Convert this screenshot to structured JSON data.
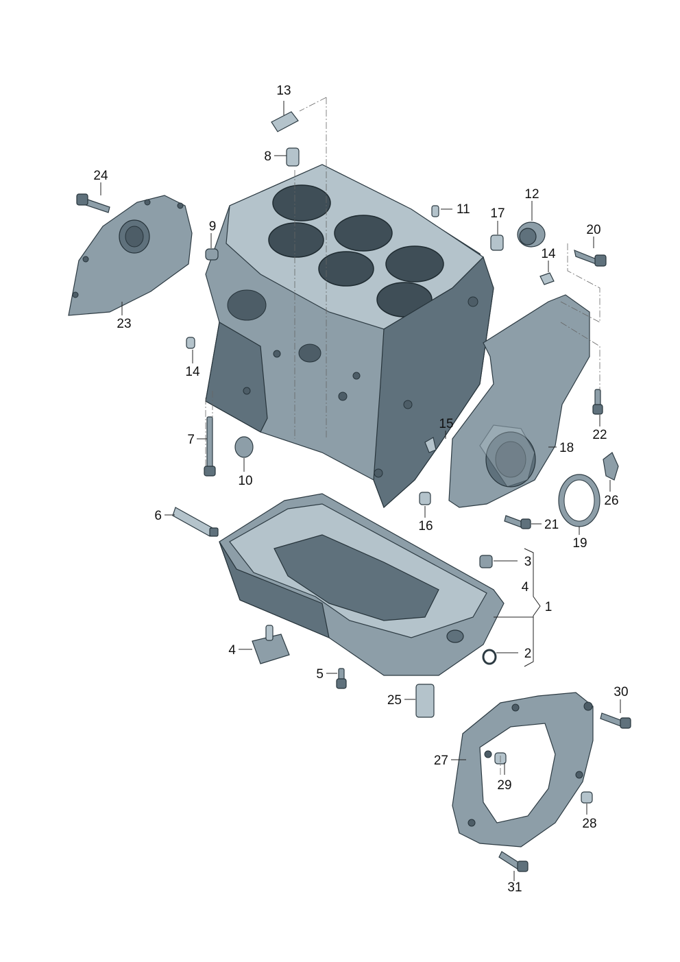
{
  "callouts": {
    "c1": "1",
    "c2": "2",
    "c3": "3",
    "c4a": "4",
    "c4b": "4",
    "c5": "5",
    "c6": "6",
    "c7": "7",
    "c8": "8",
    "c9": "9",
    "c10": "10",
    "c11": "11",
    "c12": "12",
    "c13": "13",
    "c14a": "14",
    "c14b": "14",
    "c15": "15",
    "c16": "16",
    "c17": "17",
    "c18": "18",
    "c19": "19",
    "c20": "20",
    "c21": "21",
    "c22": "22",
    "c23": "23",
    "c24": "24",
    "c25": "25",
    "c26": "26",
    "c27": "27",
    "c28": "28",
    "c29": "29",
    "c30": "30",
    "c31": "31"
  },
  "colors": {
    "part_fill": "#8d9ea8",
    "part_light": "#b4c3cb",
    "part_dark": "#5f717c",
    "outline": "#2c3a42",
    "label": "#111111"
  }
}
